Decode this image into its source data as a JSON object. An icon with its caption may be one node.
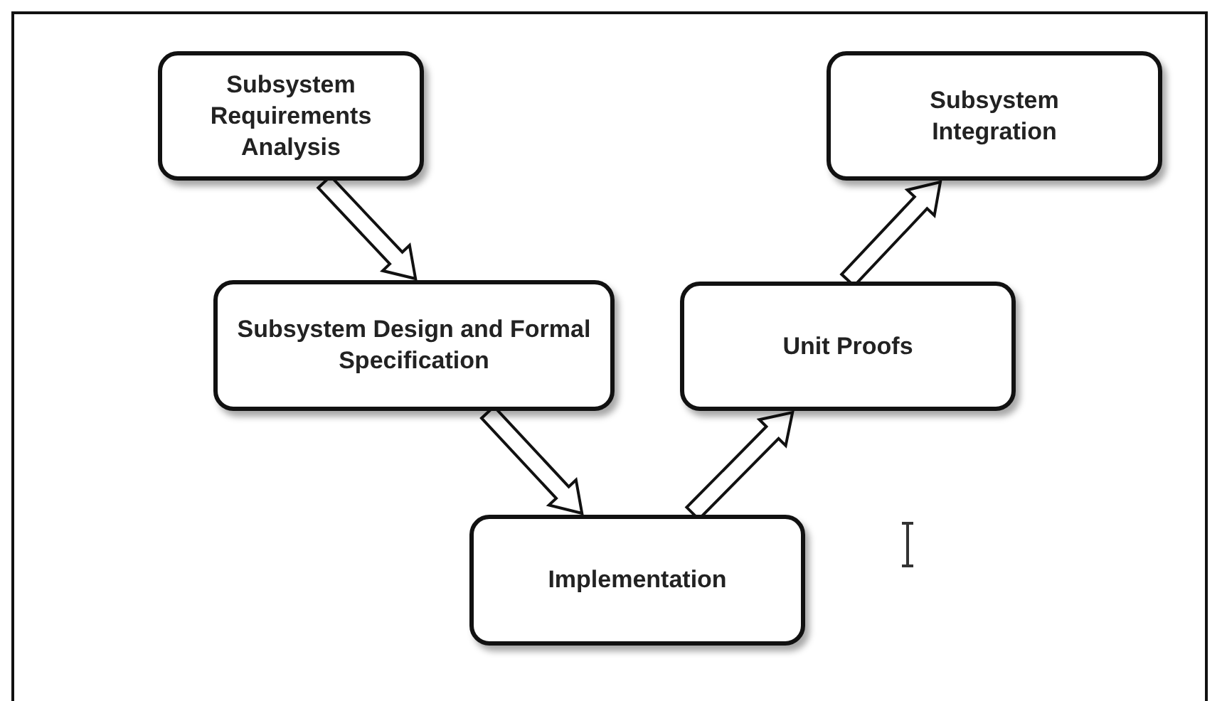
{
  "diagram": {
    "nodes": [
      {
        "text": [
          "Subsystem Requirements Analysis"
        ]
      },
      {
        "text": [
          "Subsystem Design and Formal Specification"
        ]
      },
      {
        "text": [
          "Implementation"
        ]
      },
      {
        "text": [
          "Unit Proofs"
        ]
      },
      {
        "text": [
          "Subsystem Integration"
        ]
      }
    ],
    "edges": [
      {
        "from": 0,
        "to": 1,
        "arrow": "to"
      },
      {
        "from": 1,
        "to": 2,
        "arrow": "to"
      },
      {
        "from": 2,
        "to": 3,
        "arrow": "to"
      },
      {
        "from": 3,
        "to": 4,
        "arrow": "to"
      }
    ]
  }
}
